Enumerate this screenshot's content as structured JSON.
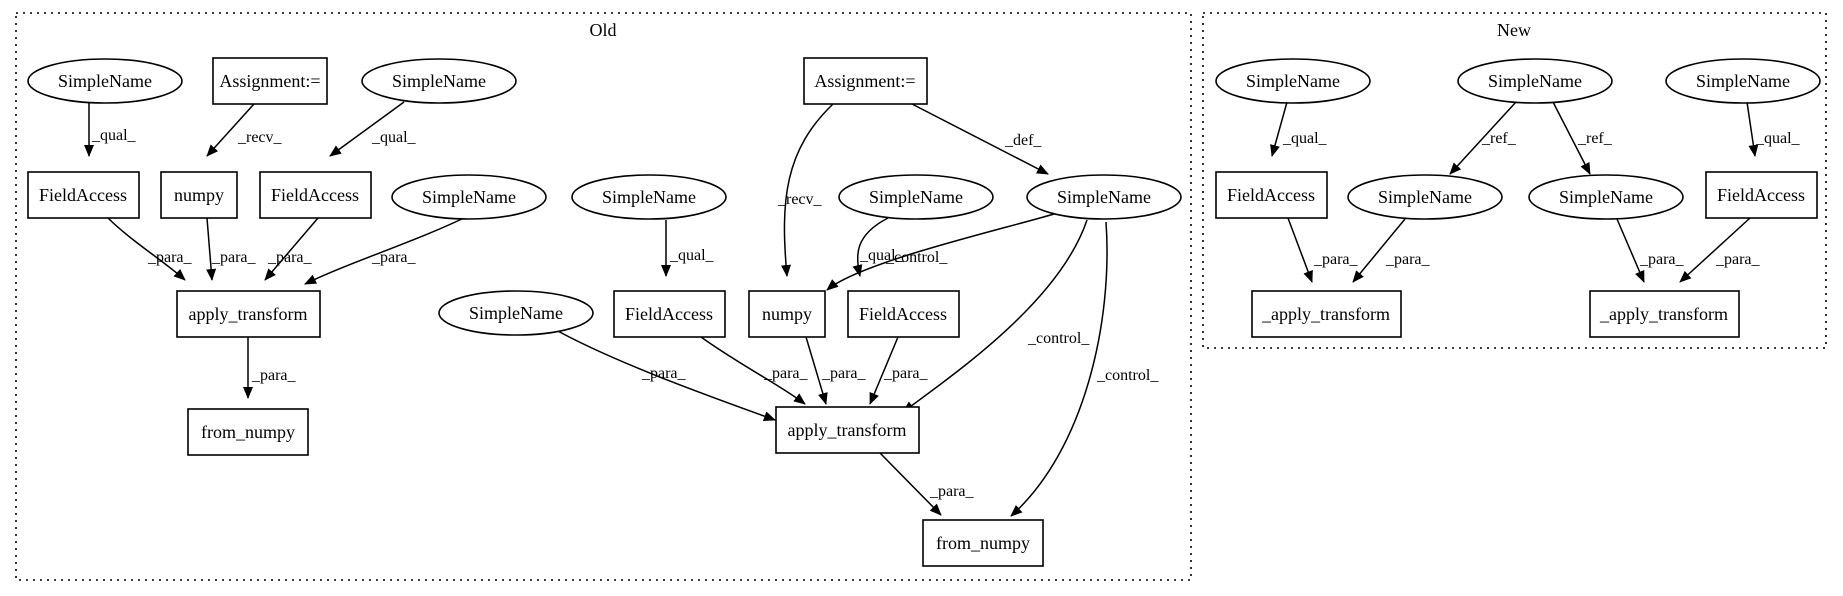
{
  "clusters": {
    "old": "Old",
    "new": "New"
  },
  "node_labels": {
    "simple_name": "SimpleName",
    "assignment": "Assignment:=",
    "field_access": "FieldAccess",
    "numpy": "numpy",
    "apply_transform": "apply_transform",
    "from_numpy": "from_numpy",
    "apply_transform_private": "_apply_transform"
  },
  "edge_labels": {
    "qual": "_qual_",
    "recv": "_recv_",
    "para": "_para_",
    "def": "_def_",
    "control": "_control_",
    "ref": "_ref_"
  }
}
